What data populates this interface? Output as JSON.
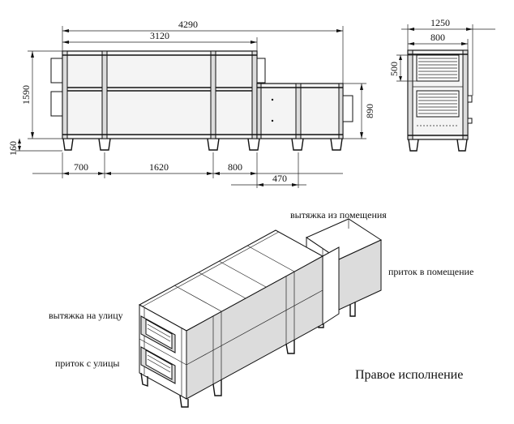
{
  "dimensions": {
    "total_length": "4290",
    "main_length": "3120",
    "height_main": "1590",
    "leg_height": "160",
    "seg_700": "700",
    "seg_1620": "1620",
    "seg_800": "800",
    "seg_470": "470",
    "height_small": "890",
    "side_width": "1250",
    "side_inner": "800",
    "side_height": "500"
  },
  "labels": {
    "exhaust_from_room": "вытяжка из помещения",
    "supply_to_room": "приток в помещение",
    "exhaust_outside": "вытяжка на улицу",
    "supply_from_outside": "приток с улицы",
    "title": "Правое исполнение"
  }
}
